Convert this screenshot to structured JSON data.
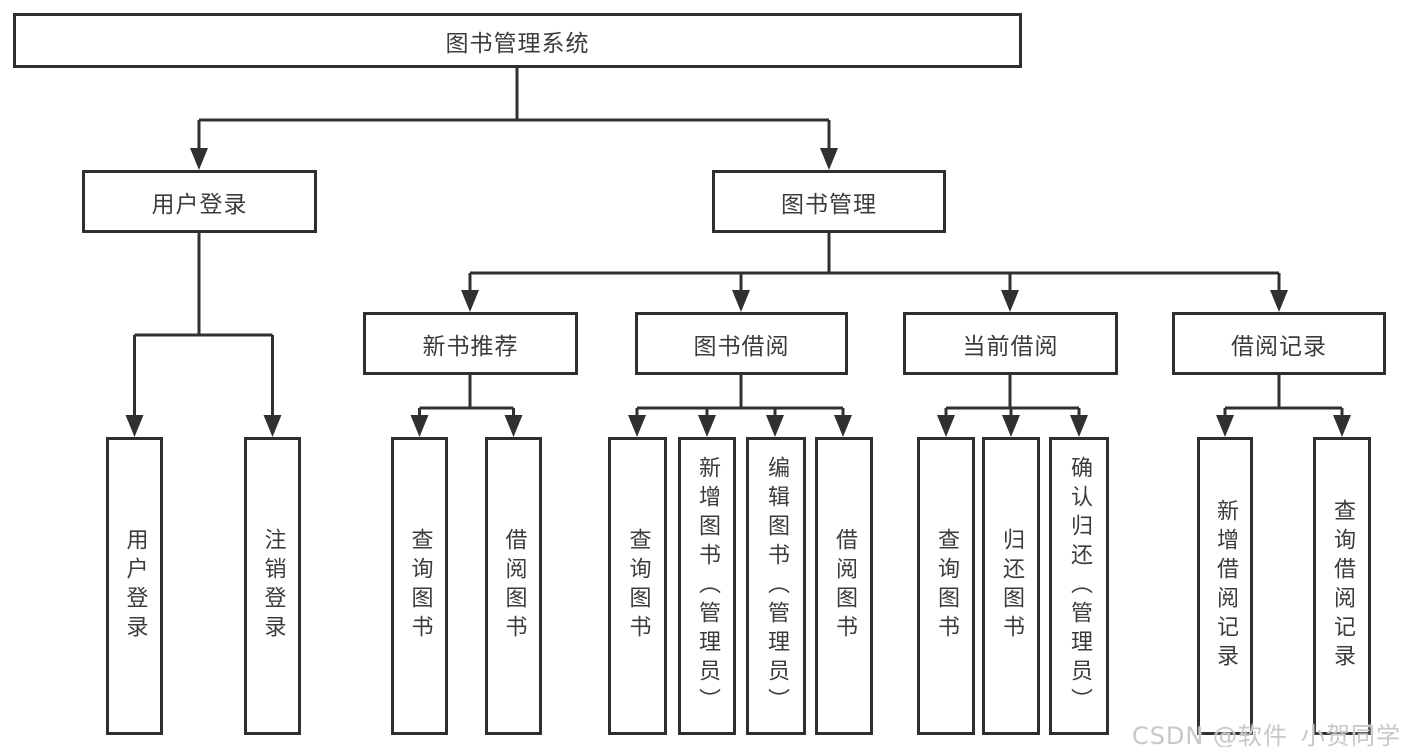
{
  "tree": {
    "root": {
      "label": "图书管理系统"
    },
    "children": [
      {
        "label": "用户登录",
        "children": [
          {
            "label": "用户登录"
          },
          {
            "label": "注销登录"
          }
        ]
      },
      {
        "label": "图书管理",
        "children": [
          {
            "label": "新书推荐",
            "children": [
              {
                "label": "查询图书"
              },
              {
                "label": "借阅图书"
              }
            ]
          },
          {
            "label": "图书借阅",
            "children": [
              {
                "label": "查询图书"
              },
              {
                "label": "新增图书（管理员）"
              },
              {
                "label": "编辑图书（管理员）"
              },
              {
                "label": "借阅图书"
              }
            ]
          },
          {
            "label": "当前借阅",
            "children": [
              {
                "label": "查询图书"
              },
              {
                "label": "归还图书"
              },
              {
                "label": "确认归还（管理员）"
              }
            ]
          },
          {
            "label": "借阅记录",
            "children": [
              {
                "label": "新增借阅记录"
              },
              {
                "label": "查询借阅记录"
              }
            ]
          }
        ]
      }
    ]
  },
  "watermark": {
    "text": "CSDN @软件_小贺同学"
  },
  "colors": {
    "line": "#303030",
    "border": "#2f2f2f",
    "text": "#3c3c3c",
    "watermark": "#c8c8c8",
    "background": "#ffffff"
  }
}
